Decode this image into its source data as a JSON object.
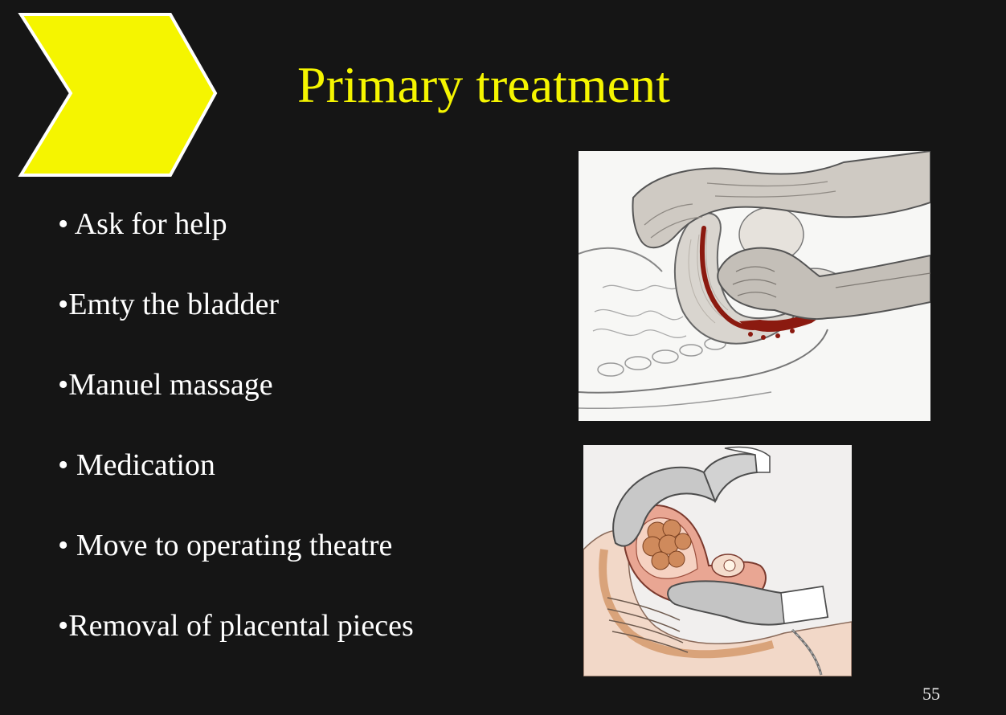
{
  "slide": {
    "title": "Primary treatment",
    "bullets": [
      {
        "marker": "• ",
        "text": "Ask for help"
      },
      {
        "marker": "•",
        "text": "Emty the bladder"
      },
      {
        "marker": "•",
        "text": "Manuel massage"
      },
      {
        "marker": "• ",
        "text": "Medication"
      },
      {
        "marker": "• ",
        "text": "Move to operating theatre"
      },
      {
        "marker": "•",
        "text": "Removal of placental pieces"
      }
    ],
    "page_number": "55"
  },
  "decoration": {
    "shape": "chevron-arrow",
    "fill": "#f5f500",
    "stroke": "#ffffff"
  },
  "figures": [
    {
      "subject": "bimanual uterine massage illustration",
      "style": "pencil sketch"
    },
    {
      "subject": "manual removal of placenta illustration",
      "style": "colored drawing"
    }
  ],
  "colors": {
    "background": "#151515",
    "title": "#f5f500",
    "body_text": "#ffffff",
    "blood": "#8b1a10"
  }
}
